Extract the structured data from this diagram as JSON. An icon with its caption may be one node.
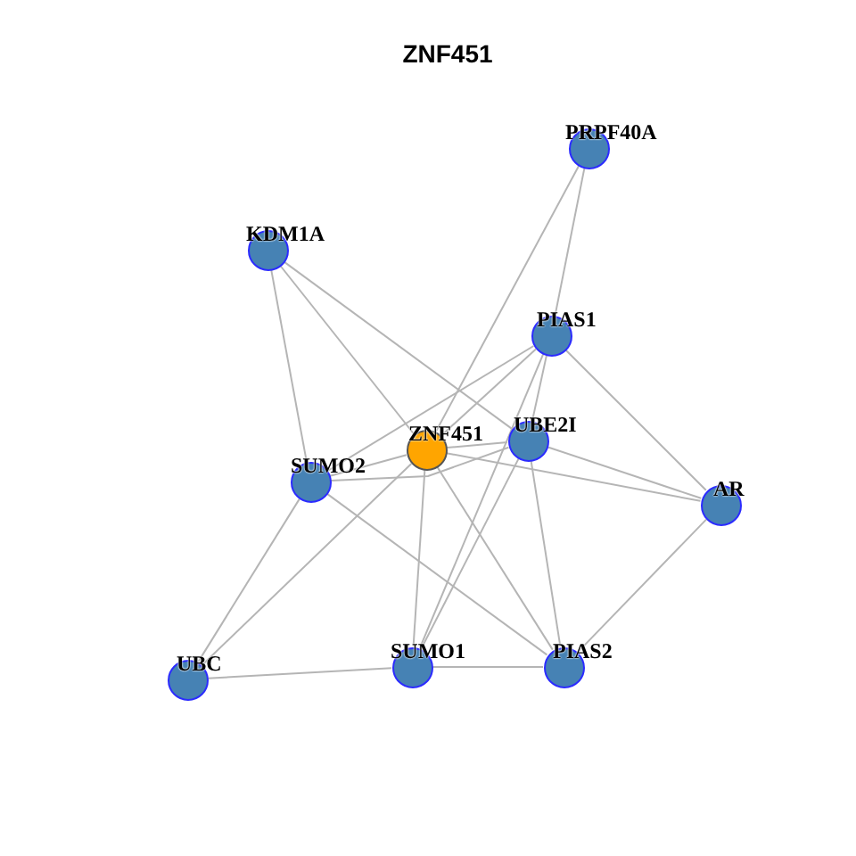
{
  "diagram": {
    "title": "ZNF451",
    "nodes": [
      {
        "text": [
          "PRPF40A"
        ]
      },
      {
        "text": [
          "KDM1A"
        ]
      },
      {
        "text": [
          "PIAS1"
        ]
      },
      {
        "text": [
          "UBE2I"
        ]
      },
      {
        "text": [
          "ZNF451"
        ]
      },
      {
        "text": [
          "SUMO2"
        ]
      },
      {
        "text": [
          "AR"
        ]
      },
      {
        "text": [
          "SUMO1"
        ]
      },
      {
        "text": [
          "PIAS2"
        ]
      },
      {
        "text": [
          "UBC"
        ]
      }
    ],
    "edges": [
      {
        "from": 0,
        "to": 4,
        "arrow": "none"
      },
      {
        "from": 0,
        "to": 2,
        "arrow": "none"
      },
      {
        "from": 1,
        "to": 5,
        "arrow": "none"
      },
      {
        "from": 1,
        "to": 4,
        "arrow": "none"
      },
      {
        "from": 1,
        "to": 3,
        "arrow": "none"
      },
      {
        "from": 2,
        "to": 4,
        "arrow": "none"
      },
      {
        "from": 2,
        "to": 5,
        "arrow": "none"
      },
      {
        "from": 2,
        "to": 3,
        "arrow": "none"
      },
      {
        "from": 2,
        "to": 6,
        "arrow": "none"
      },
      {
        "from": 2,
        "to": 7,
        "arrow": "none"
      },
      {
        "from": 4,
        "to": 7,
        "arrow": "none"
      },
      {
        "from": 4,
        "to": 8,
        "arrow": "none"
      },
      {
        "from": 4,
        "to": 9,
        "arrow": "none"
      },
      {
        "from": 4,
        "to": 5,
        "arrow": "none"
      },
      {
        "from": 4,
        "to": 3,
        "arrow": "none"
      },
      {
        "from": 4,
        "to": 6,
        "arrow": "none"
      },
      {
        "from": 3,
        "to": 5,
        "arrow": "none"
      },
      {
        "from": 3,
        "to": 6,
        "arrow": "none"
      },
      {
        "from": 3,
        "to": 7,
        "arrow": "none"
      },
      {
        "from": 3,
        "to": 8,
        "arrow": "none"
      },
      {
        "from": 5,
        "to": 9,
        "arrow": "none"
      },
      {
        "from": 5,
        "to": 8,
        "arrow": "none"
      },
      {
        "from": 6,
        "to": 8,
        "arrow": "none"
      },
      {
        "from": 7,
        "to": 9,
        "arrow": "none"
      },
      {
        "from": 7,
        "to": 8,
        "arrow": "none"
      }
    ]
  }
}
